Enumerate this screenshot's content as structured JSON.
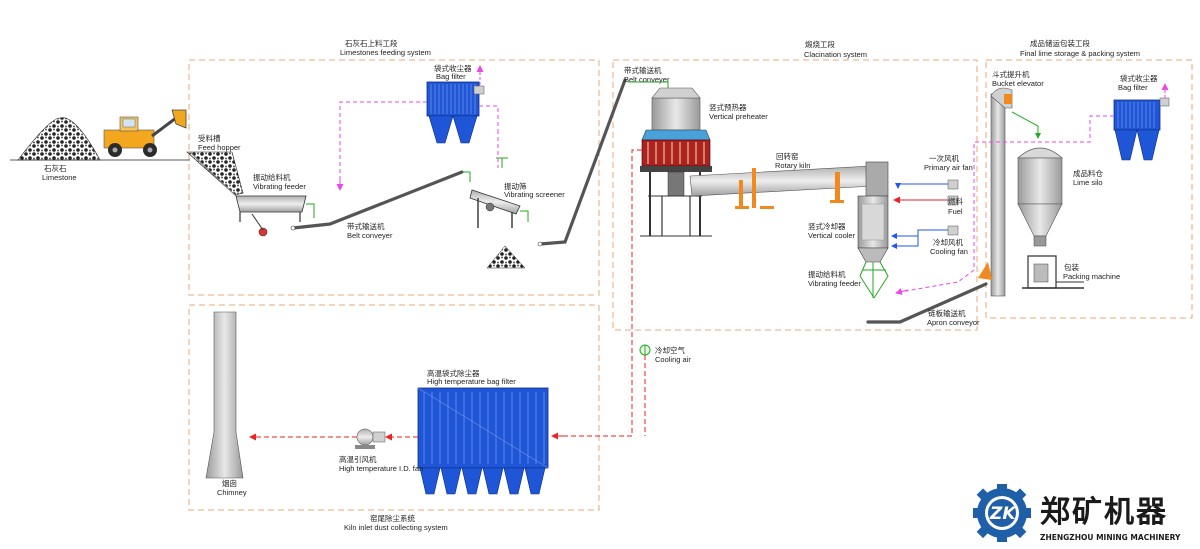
{
  "colors": {
    "section_border": "#e8a878",
    "air_flow": "#ee44ee",
    "gas_flow": "#ee2222",
    "fuel_flow": "#2255ee",
    "material_flow": "#22aa22",
    "filter_blue": "#1f56d8",
    "equipment_grey": "#c8c8c8",
    "kiln_orange": "#f08a1e",
    "brand_blue": "#1f5fa8"
  },
  "sections": {
    "feeding": {
      "cn": "石灰石上料工段",
      "en": "Limestones feeding system"
    },
    "calcination": {
      "cn": "煅烧工段",
      "en": "Clacination system"
    },
    "storage": {
      "cn": "成品储运包装工段",
      "en": "Final lime storage & packing system"
    },
    "dust": {
      "cn": "窑尾除尘系统",
      "en": "Kiln inlet dust collecting system"
    }
  },
  "labels": {
    "limestone": {
      "cn": "石灰石",
      "en": "Limestone"
    },
    "feed_hopper": {
      "cn": "受料槽",
      "en": "Feed hopper"
    },
    "vibrating_feeder_1": {
      "cn": "振动给料机",
      "en": "Vibrating feeder"
    },
    "bag_filter_1": {
      "cn": "袋式收尘器",
      "en": "Bag filter"
    },
    "belt_conveyor_1": {
      "cn": "带式输送机",
      "en": "Belt conveyer"
    },
    "vibrating_screener": {
      "cn": "振动筛",
      "en": "Vibrating screener"
    },
    "belt_conveyor_2": {
      "cn": "带式输送机",
      "en": "Belt conveyer"
    },
    "vertical_preheater": {
      "cn": "竖式预热器",
      "en": "Vertical preheater"
    },
    "rotary_kiln": {
      "cn": "回转窑",
      "en": "Rotary kiln"
    },
    "primary_air_fan": {
      "cn": "一次风机",
      "en": "Primary air fan"
    },
    "fuel": {
      "cn": "燃料",
      "en": "Fuel"
    },
    "vertical_cooler": {
      "cn": "竖式冷却器",
      "en": "Vertical cooler"
    },
    "cooling_fan": {
      "cn": "冷却风机",
      "en": "Cooling fan"
    },
    "vibrating_feeder_2": {
      "cn": "振动给料机",
      "en": "Vibrating feeder"
    },
    "apron_conveyor": {
      "cn": "链板输送机",
      "en": "Apron conveyor"
    },
    "bucket_elevator": {
      "cn": "斗式提升机",
      "en": "Bucket elevator"
    },
    "bag_filter_2": {
      "cn": "袋式收尘器",
      "en": "Bag filter"
    },
    "lime_silo": {
      "cn": "成品料仓",
      "en": "Lime silo"
    },
    "packing_machine": {
      "cn": "包装",
      "en": "Packing machine"
    },
    "cooling_air": {
      "cn": "冷却空气",
      "en": "Cooling air"
    },
    "ht_bag_filter": {
      "cn": "高温袋式除尘器",
      "en": "High temperature bag filter"
    },
    "ht_id_fan": {
      "cn": "高温引风机",
      "en": "High temperature I.D. fan"
    },
    "chimney": {
      "cn": "烟囱",
      "en": "Chimney"
    }
  },
  "brand": {
    "mark": "ZK",
    "cn": "郑矿机器",
    "en": "ZHENGZHOU MINING MACHINERY"
  }
}
